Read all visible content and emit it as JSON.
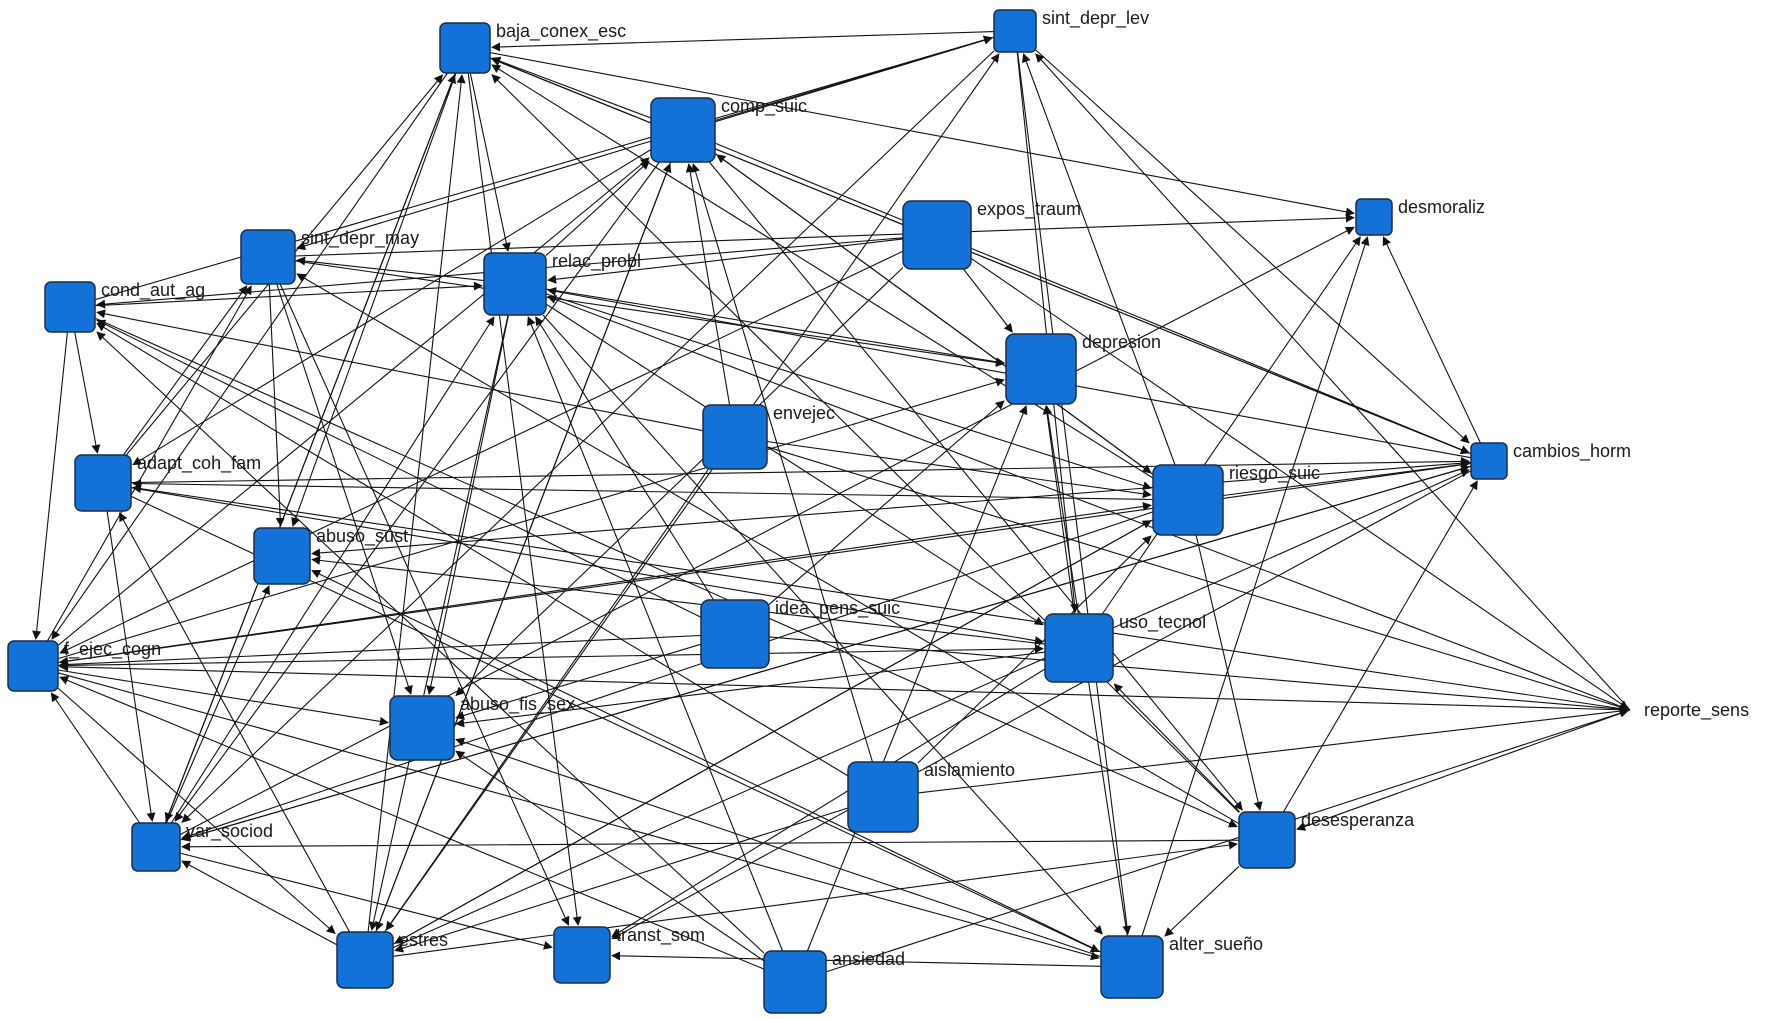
{
  "network": {
    "node_color": "#1272d8",
    "edge_color": "#111111",
    "nodes": [
      {
        "id": "baja_conex_esc",
        "label": "baja_conex_esc"
      },
      {
        "id": "sint_depr_lev",
        "label": "sint_depr_lev"
      },
      {
        "id": "comp_suic",
        "label": "comp_suic"
      },
      {
        "id": "desmoraliz",
        "label": "desmoraliz"
      },
      {
        "id": "expos_traum",
        "label": "expos_traum"
      },
      {
        "id": "sint_depr_may",
        "label": "sint_depr_may"
      },
      {
        "id": "relac_probl",
        "label": "relac_probl"
      },
      {
        "id": "cond_aut_ag",
        "label": "cond_aut_ag"
      },
      {
        "id": "depresion",
        "label": "depresion"
      },
      {
        "id": "envejec",
        "label": "envejec"
      },
      {
        "id": "cambios_horm",
        "label": "cambios_horm"
      },
      {
        "id": "adapt_coh_fam",
        "label": "adapt_coh_fam"
      },
      {
        "id": "riesgo_suic",
        "label": "riesgo_suic"
      },
      {
        "id": "abuso_sust",
        "label": "abuso_sust"
      },
      {
        "id": "idea_pens_suic",
        "label": "idea_pens_suic"
      },
      {
        "id": "uso_tecnol",
        "label": "uso_tecnol"
      },
      {
        "id": "f_ejec_cogn",
        "label": "f_ejec_cogn"
      },
      {
        "id": "reporte_sens",
        "label": "reporte_sens"
      },
      {
        "id": "abuso_fis_sex",
        "label": "abuso_fis_sex"
      },
      {
        "id": "aislamiento",
        "label": "aislamiento"
      },
      {
        "id": "var_sociod",
        "label": "var_sociod"
      },
      {
        "id": "desesperanza",
        "label": "desesperanza"
      },
      {
        "id": "estres",
        "label": "estres"
      },
      {
        "id": "transt_som",
        "label": "transt_som"
      },
      {
        "id": "ansiedad",
        "label": "ansiedad"
      },
      {
        "id": "alter_sueño",
        "label": "alter_sueño"
      }
    ]
  }
}
